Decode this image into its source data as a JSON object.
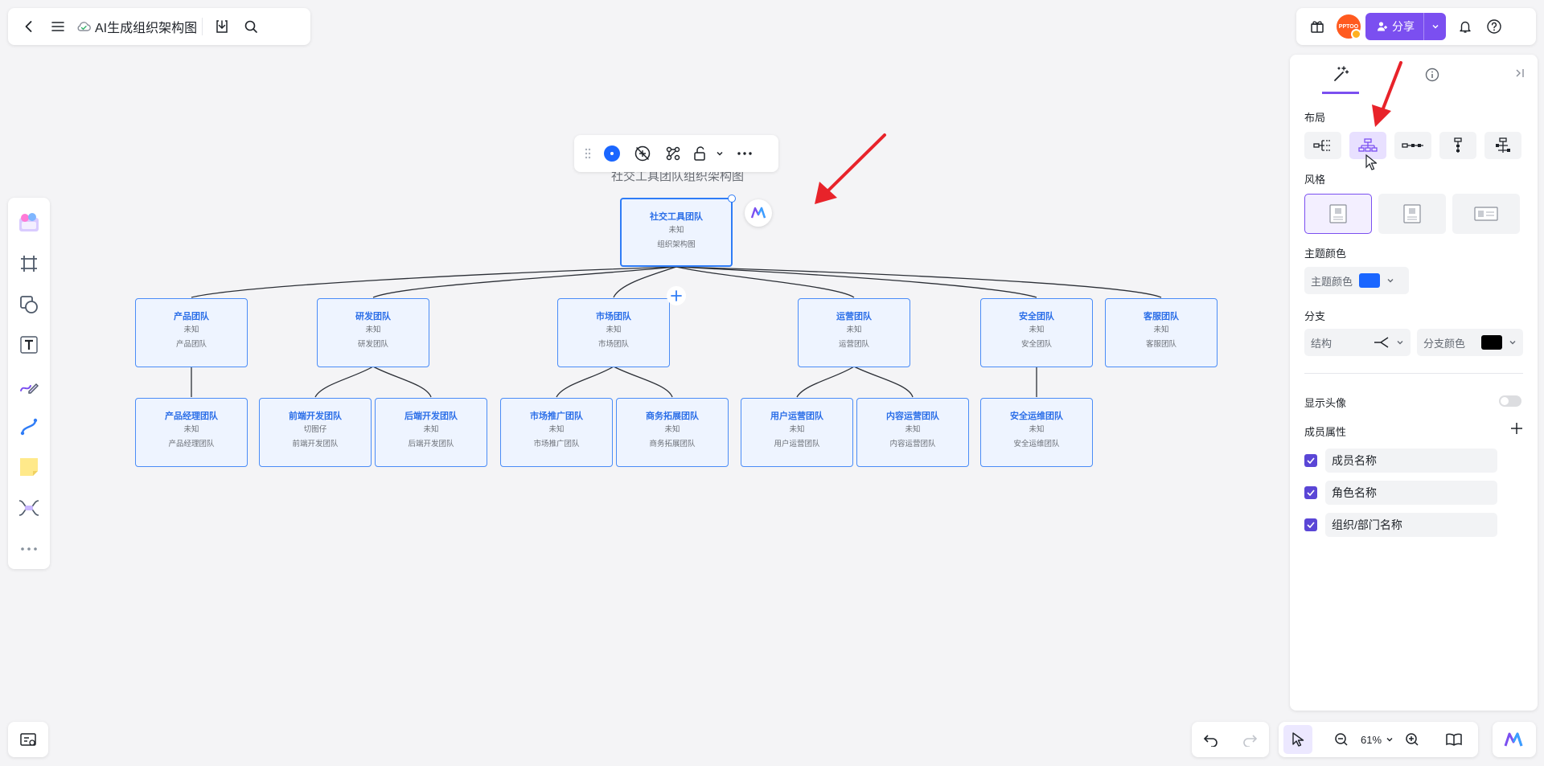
{
  "topbar": {
    "title": "AI生成组织架构图",
    "icons": [
      "back-icon",
      "menu-icon",
      "cloud-icon",
      "download-icon",
      "search-icon"
    ]
  },
  "topright": {
    "avatar_text": "PPTOO",
    "share_label": "分享"
  },
  "left_toolbar": {
    "tools": [
      "template-icon",
      "frame-icon",
      "shape-icon",
      "text-icon",
      "pen-icon",
      "connector-icon",
      "sticky-note-icon",
      "mindmap-icon",
      "more-icon"
    ]
  },
  "node_toolbar": {
    "icons": [
      "drag-handle-icon",
      "color-icon",
      "no-style-icon",
      "branch-icon",
      "unlock-icon",
      "chevron-down-icon",
      "more-icon"
    ]
  },
  "chart": {
    "title": "社交工具团队组织架构图",
    "root": {
      "name": "社交工具团队",
      "role": "未知",
      "org": "组织架构图"
    },
    "level1": [
      {
        "name": "产品团队",
        "role": "未知",
        "org": "产品团队"
      },
      {
        "name": "研发团队",
        "role": "未知",
        "org": "研发团队"
      },
      {
        "name": "市场团队",
        "role": "未知",
        "org": "市场团队"
      },
      {
        "name": "运营团队",
        "role": "未知",
        "org": "运营团队"
      },
      {
        "name": "安全团队",
        "role": "未知",
        "org": "安全团队"
      },
      {
        "name": "客服团队",
        "role": "未知",
        "org": "客服团队"
      }
    ],
    "level2": [
      {
        "name": "产品经理团队",
        "role": "未知",
        "org": "产品经理团队",
        "parent": 0
      },
      {
        "name": "前端开发团队",
        "role": "切图仔",
        "org": "前端开发团队",
        "parent": 1
      },
      {
        "name": "后端开发团队",
        "role": "未知",
        "org": "后端开发团队",
        "parent": 1
      },
      {
        "name": "市场推广团队",
        "role": "未知",
        "org": "市场推广团队",
        "parent": 2
      },
      {
        "name": "商务拓展团队",
        "role": "未知",
        "org": "商务拓展团队",
        "parent": 2
      },
      {
        "name": "用户运营团队",
        "role": "未知",
        "org": "用户运营团队",
        "parent": 3
      },
      {
        "name": "内容运营团队",
        "role": "未知",
        "org": "内容运营团队",
        "parent": 3
      },
      {
        "name": "安全运维团队",
        "role": "未知",
        "org": "安全运维团队",
        "parent": 4
      }
    ]
  },
  "right_panel": {
    "layout_label": "布局",
    "style_label": "风格",
    "theme_color_section": "主题颜色",
    "theme_color_field": "主题颜色",
    "theme_color": "#1a66ff",
    "branch_section": "分支",
    "structure_label": "结构",
    "branch_color_label": "分支颜色",
    "branch_color": "#000000",
    "show_avatar_label": "显示头像",
    "show_avatar": false,
    "member_attr_label": "成员属性",
    "attributes": [
      {
        "label": "成员名称",
        "checked": true
      },
      {
        "label": "角色名称",
        "checked": true
      },
      {
        "label": "组织/部门名称",
        "checked": true
      }
    ]
  },
  "bottom": {
    "zoom": "61%"
  },
  "colors": {
    "accent": "#7b4ff0",
    "node_border": "#4a8cf7",
    "node_fill": "#eef4ff",
    "node_text": "#2c6fe8",
    "annotation_arrow": "#e8232a"
  }
}
